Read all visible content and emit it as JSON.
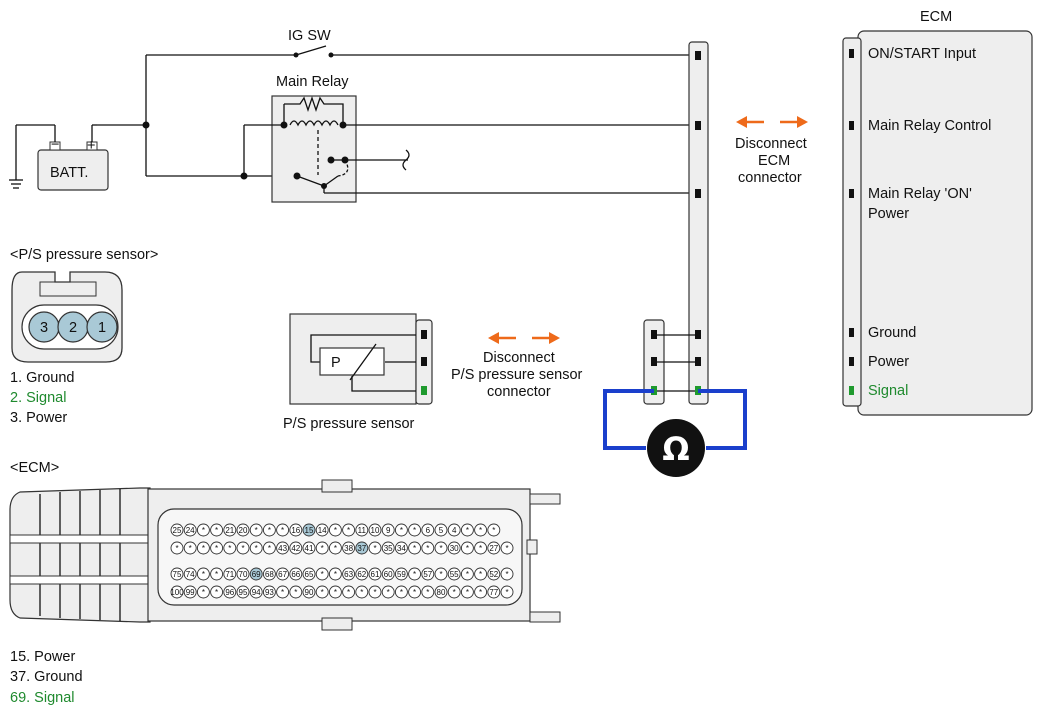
{
  "labels": {
    "ig_sw": "IG SW",
    "main_relay": "Main Relay",
    "batt": "BATT.",
    "batt_minus": "−",
    "batt_plus": "+",
    "ecm_title": "ECM",
    "disconnect_ecm": [
      "Disconnect",
      "ECM",
      "connector"
    ],
    "disconnect_ps": [
      "Disconnect",
      "P/S pressure sensor",
      "connector"
    ],
    "ps_sensor": "P/S pressure sensor",
    "sensor_p": "P",
    "ohm": "Ω"
  },
  "ecm_pins": [
    {
      "label": "ON/START Input",
      "color": "normal"
    },
    {
      "label": "Main Relay Control",
      "color": "normal"
    },
    {
      "label": "Main Relay 'ON'",
      "label2": "Power",
      "color": "normal"
    },
    {
      "label": "Ground",
      "color": "normal"
    },
    {
      "label": "Power",
      "color": "normal"
    },
    {
      "label": "Signal",
      "color": "green"
    }
  ],
  "ps_connector": {
    "title": "<P/S pressure sensor>",
    "pins": [
      "3",
      "2",
      "1"
    ],
    "legend": [
      {
        "text": "1. Ground",
        "color": "normal"
      },
      {
        "text": "2. Signal",
        "color": "green"
      },
      {
        "text": "3. Power",
        "color": "normal"
      }
    ]
  },
  "ecm_connector": {
    "title": "<ECM>",
    "rows": [
      [
        "25",
        "24",
        "*",
        "*",
        "21",
        "20",
        "*",
        "*",
        "*",
        "16",
        "15",
        "14",
        "*",
        "*",
        "11",
        "10",
        "9",
        "*",
        "*",
        "6",
        "5",
        "4",
        "*",
        "*",
        "*"
      ],
      [
        "*",
        "*",
        "*",
        "*",
        "*",
        "*",
        "*",
        "*",
        "43",
        "42",
        "41",
        "*",
        "*",
        "38",
        "37",
        "*",
        "35",
        "34",
        "*",
        "*",
        "*",
        "30",
        "*",
        "*",
        "27",
        "*"
      ],
      [
        "75",
        "74",
        "*",
        "*",
        "71",
        "70",
        "69",
        "68",
        "67",
        "66",
        "65",
        "*",
        "*",
        "63",
        "62",
        "61",
        "60",
        "59",
        "*",
        "57",
        "*",
        "55",
        "*",
        "*",
        "52",
        "*"
      ],
      [
        "100",
        "99",
        "*",
        "*",
        "96",
        "95",
        "94",
        "93",
        "*",
        "*",
        "90",
        "*",
        "*",
        "*",
        "*",
        "*",
        "*",
        "*",
        "*",
        "*",
        "80",
        "*",
        "*",
        "*",
        "77",
        "*"
      ]
    ],
    "highlight": [
      "15",
      "37",
      "69"
    ],
    "legend": [
      {
        "text": "15. Power",
        "color": "normal"
      },
      {
        "text": "37. Ground",
        "color": "normal"
      },
      {
        "text": "69. Signal",
        "color": "green"
      }
    ]
  },
  "colors": {
    "arrow": "#ee6a1a",
    "meter_wire": "#1a3fcc",
    "signal_green": "#1f8a2e",
    "pin_highlight": "#a9c9d6"
  }
}
